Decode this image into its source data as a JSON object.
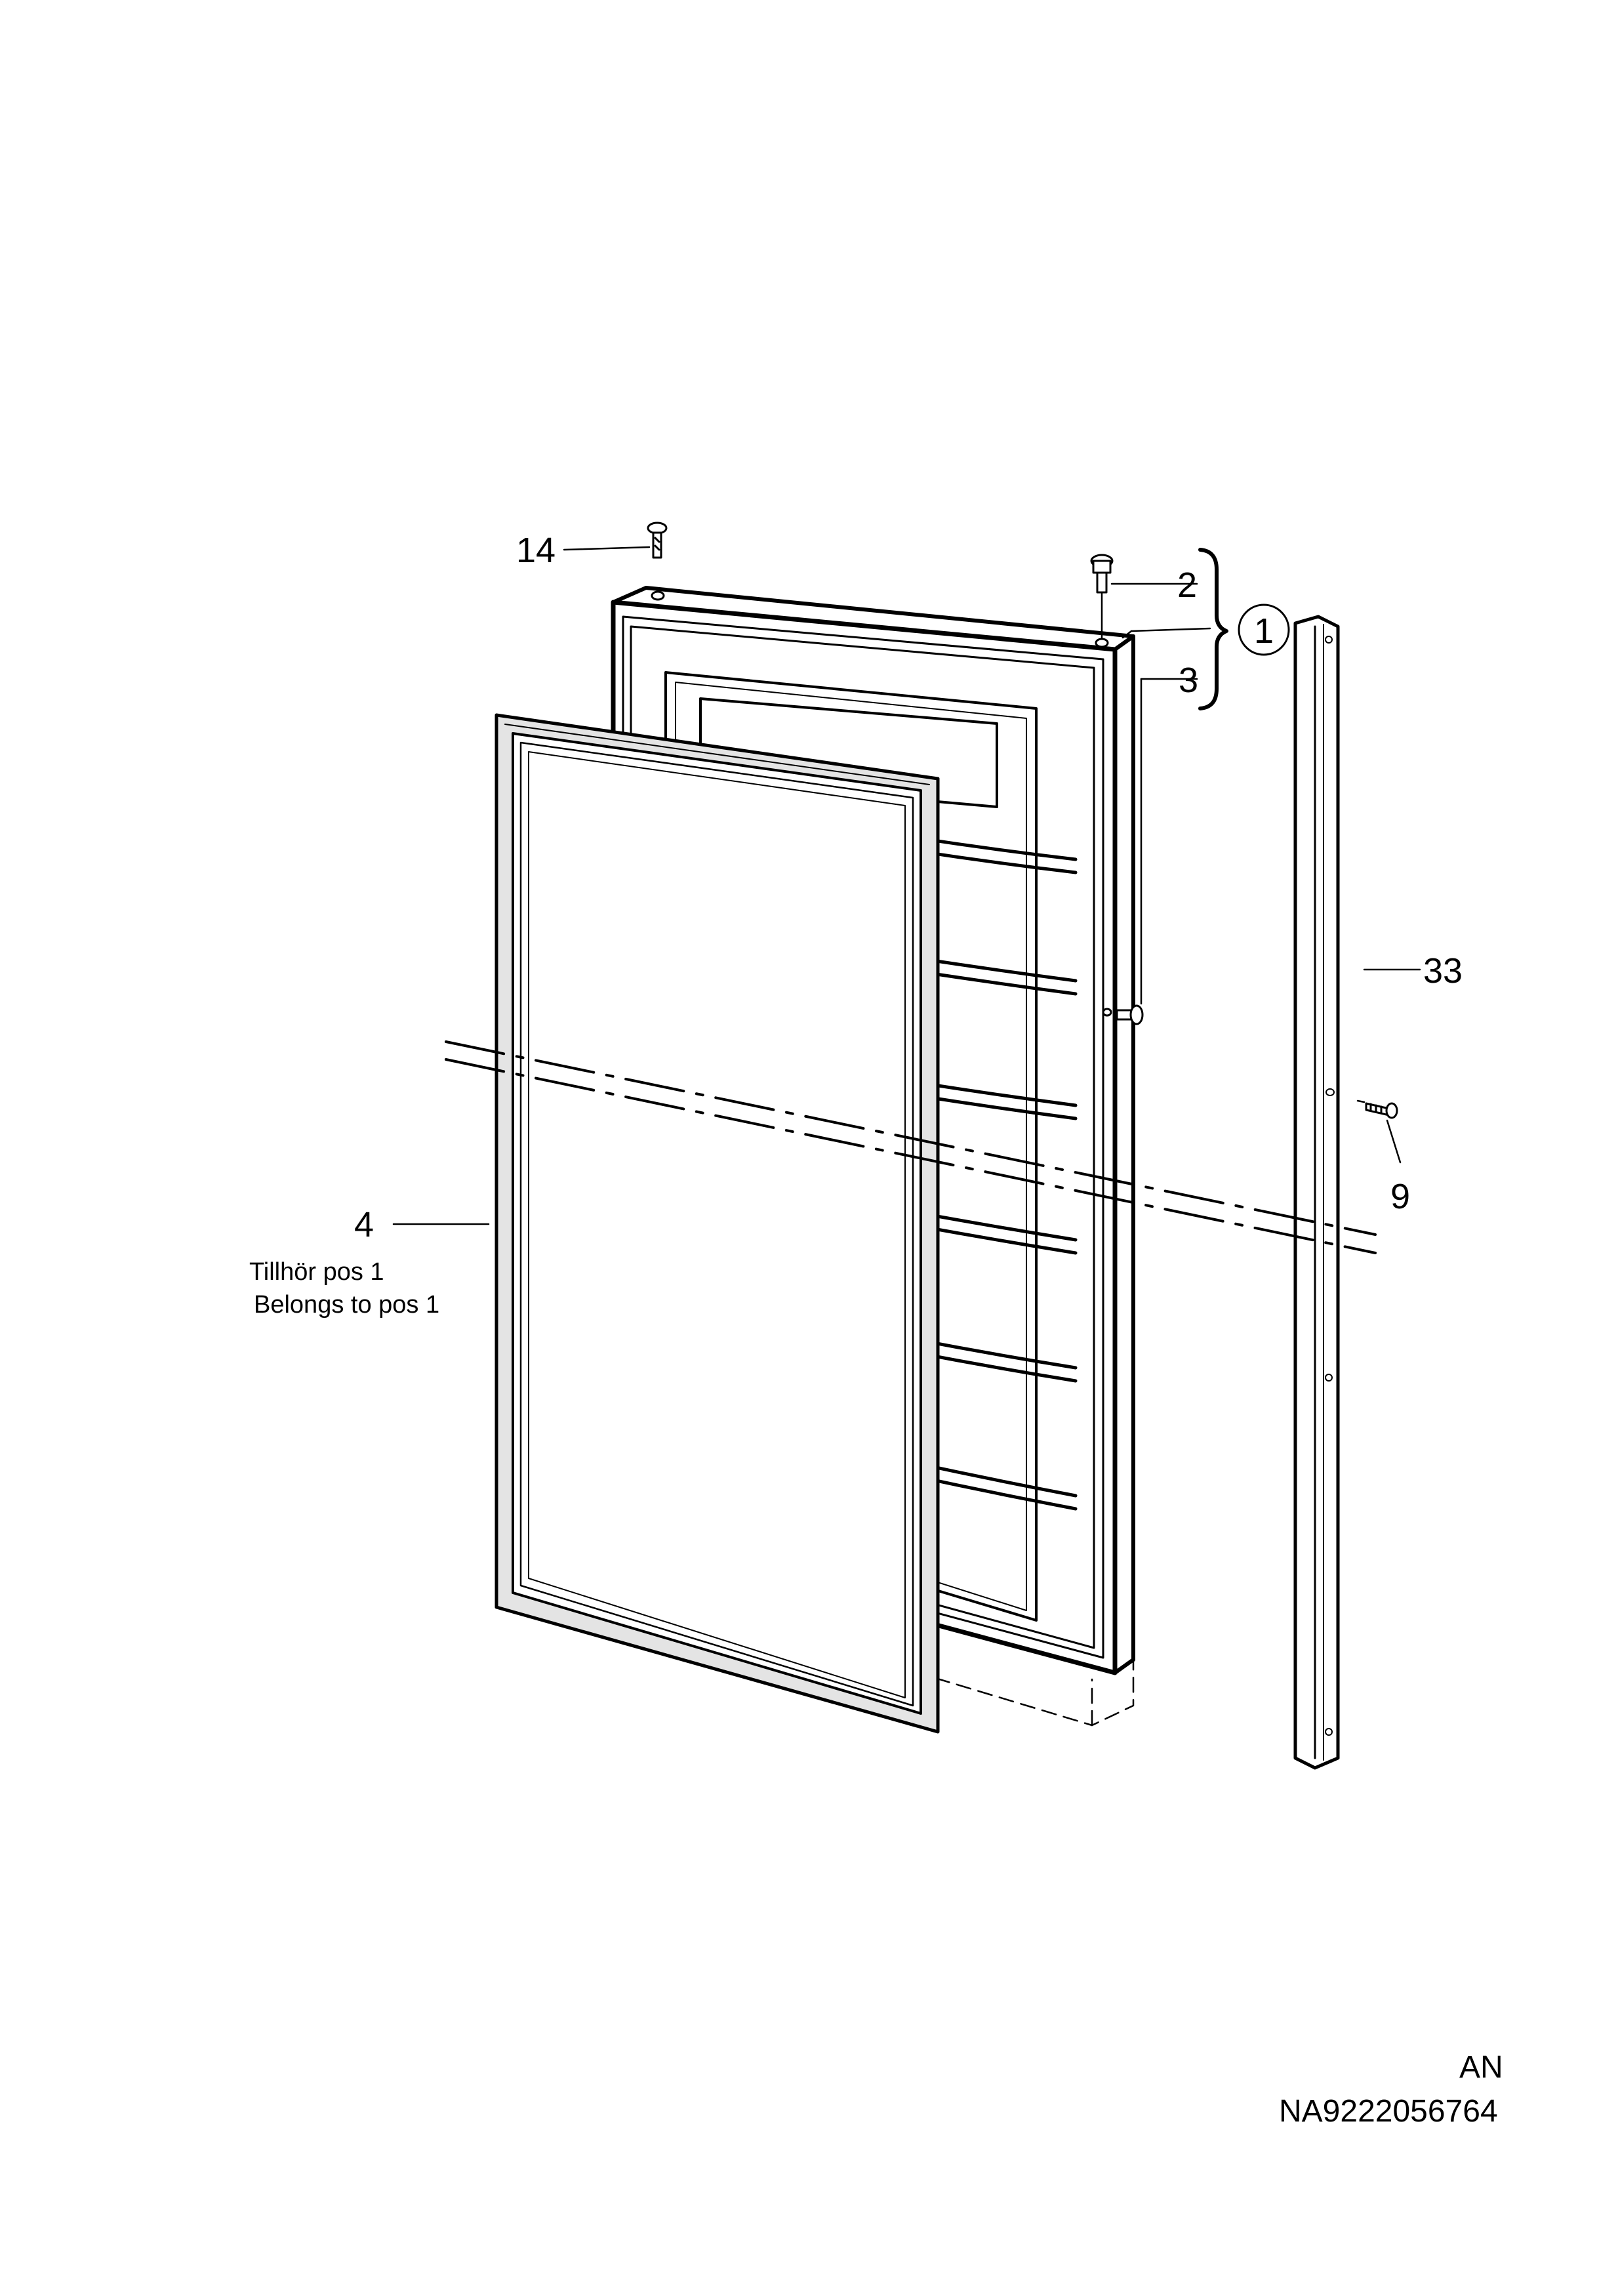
{
  "callouts": {
    "p14": "14",
    "p2": "2",
    "p1": "1",
    "p3": "3",
    "p33": "33",
    "p4": "4",
    "p9": "9"
  },
  "note": {
    "line1": "Tillhör pos 1",
    "line2": "Belongs to pos 1"
  },
  "footer": {
    "code": "AN",
    "number": "NA9222056764"
  }
}
